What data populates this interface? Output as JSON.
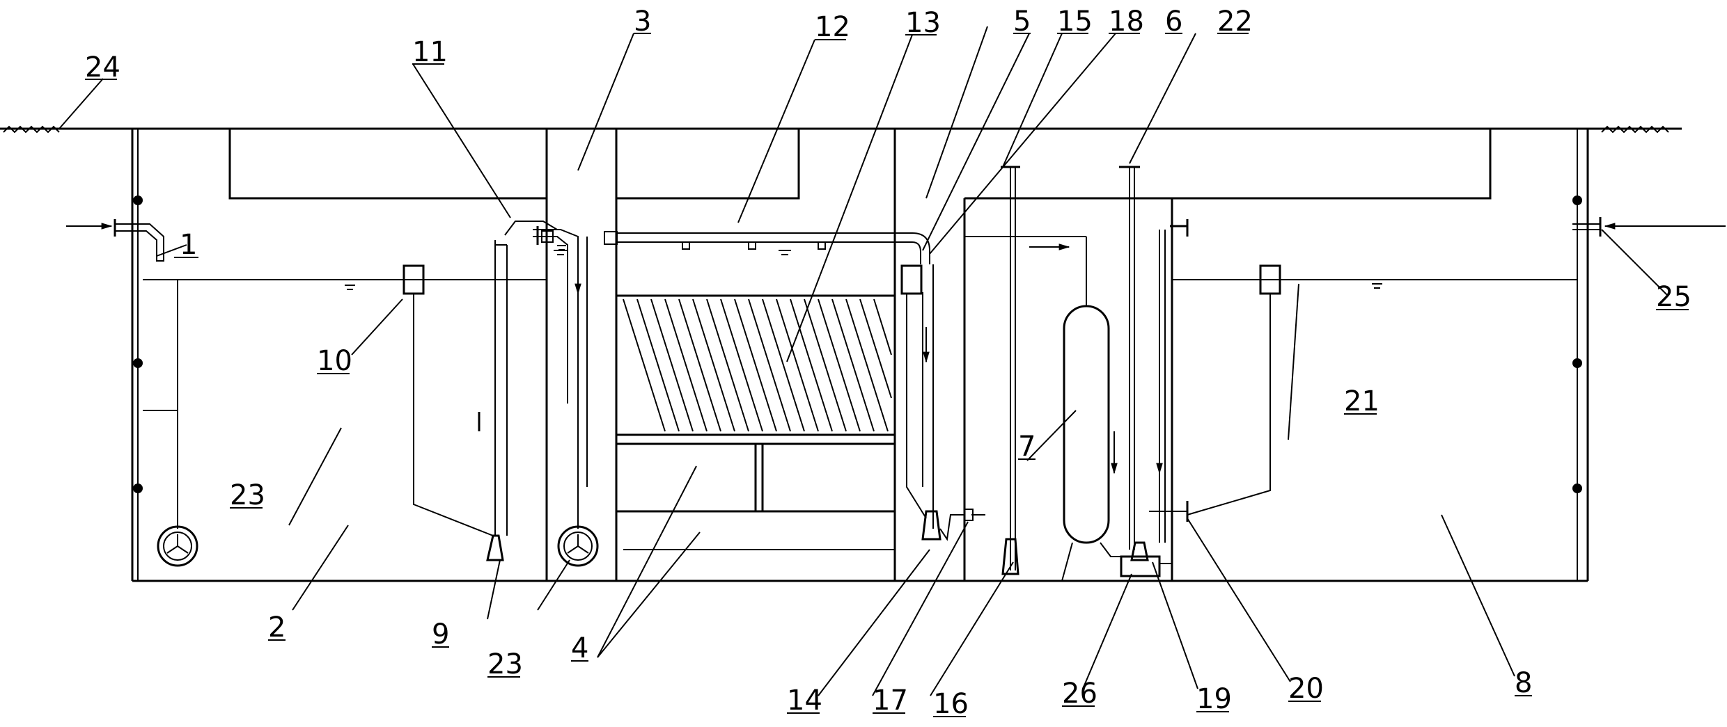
{
  "labels": {
    "l1": "1",
    "l2": "2",
    "l3": "3",
    "l4": "4",
    "l5": "5",
    "l6": "6",
    "l7": "7",
    "l8": "8",
    "l9": "9",
    "l10": "10",
    "l11": "11",
    "l12": "12",
    "l13": "13",
    "l14": "14",
    "l15": "15",
    "l16": "16",
    "l17": "17",
    "l18": "18",
    "l19": "19",
    "l20": "20",
    "l21": "21",
    "l22": "22",
    "l23a": "23",
    "l23b": "23",
    "l24": "24",
    "l25": "25",
    "l26": "26"
  }
}
